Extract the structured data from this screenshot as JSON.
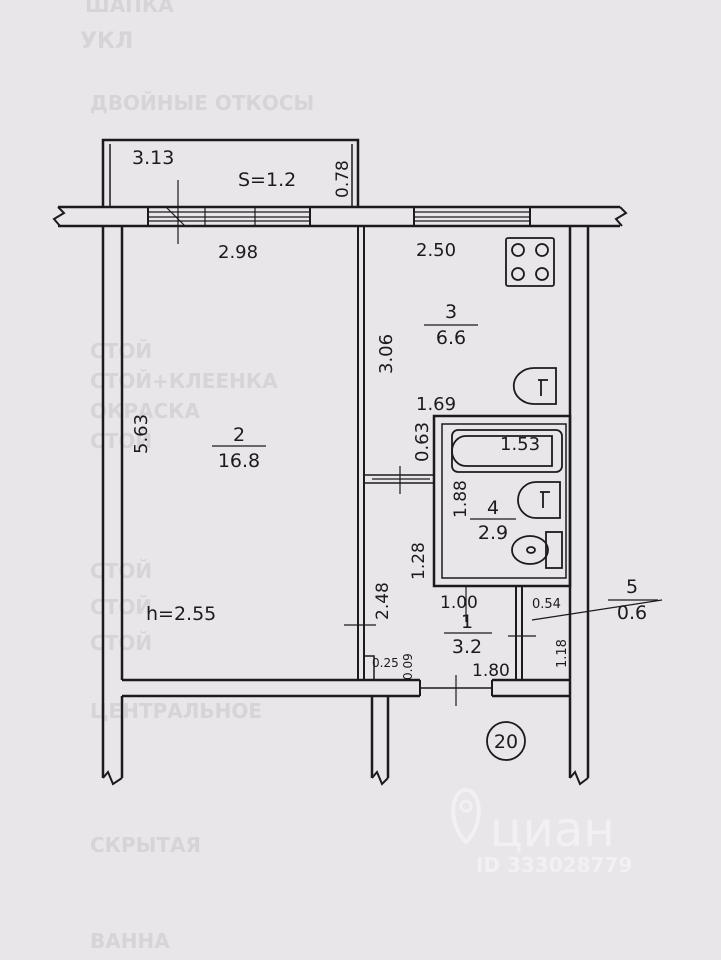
{
  "background_ghost_text": [
    "ШАПКА",
    "УКЛ",
    "ДВОЙНЫЕ ОТКОСЫ",
    "СТОЙ",
    "СТОЙ+КЛЕЕНКА",
    "ОКРАСКА",
    "СТОЙ",
    "СТОЙ",
    "СТОЙ",
    "СТОЙ",
    "ЦЕНТРАЛЬНОЕ",
    "СКРЫТАЯ",
    "ВАННА"
  ],
  "balcony": {
    "length": "3.13",
    "area": "S=1.2",
    "depth": "0.78"
  },
  "dimensions": {
    "room2_width": "2.98",
    "room2_length": "5.63",
    "ceiling_height": "h=2.55",
    "kitchen_width": "2.50",
    "kitchen_length": "3.06",
    "bath_width": "1.69",
    "bath_offset": "0.63",
    "tub_length": "1.53",
    "bath_length": "1.88",
    "hall_upper": "1.28",
    "hall_depth": "2.48",
    "hall_width": "1.00",
    "hall_length": "1.80",
    "niche_a": "0.25",
    "niche_b": "0.09",
    "closet_width": "0.54",
    "closet_depth": "1.18"
  },
  "rooms": [
    {
      "number": "2",
      "area": "16.8"
    },
    {
      "number": "3",
      "area": "6.6"
    },
    {
      "number": "4",
      "area": "2.9"
    },
    {
      "number": "1",
      "area": "3.2"
    },
    {
      "number": "5",
      "area": "0.6"
    }
  ],
  "apartment_number": "20",
  "watermark": {
    "brand": "циан",
    "id": "ID 333028779"
  },
  "colors": {
    "paper": "#e9e6e9",
    "ink": "#1b1b1b",
    "watermark": "#f4f2f4"
  }
}
